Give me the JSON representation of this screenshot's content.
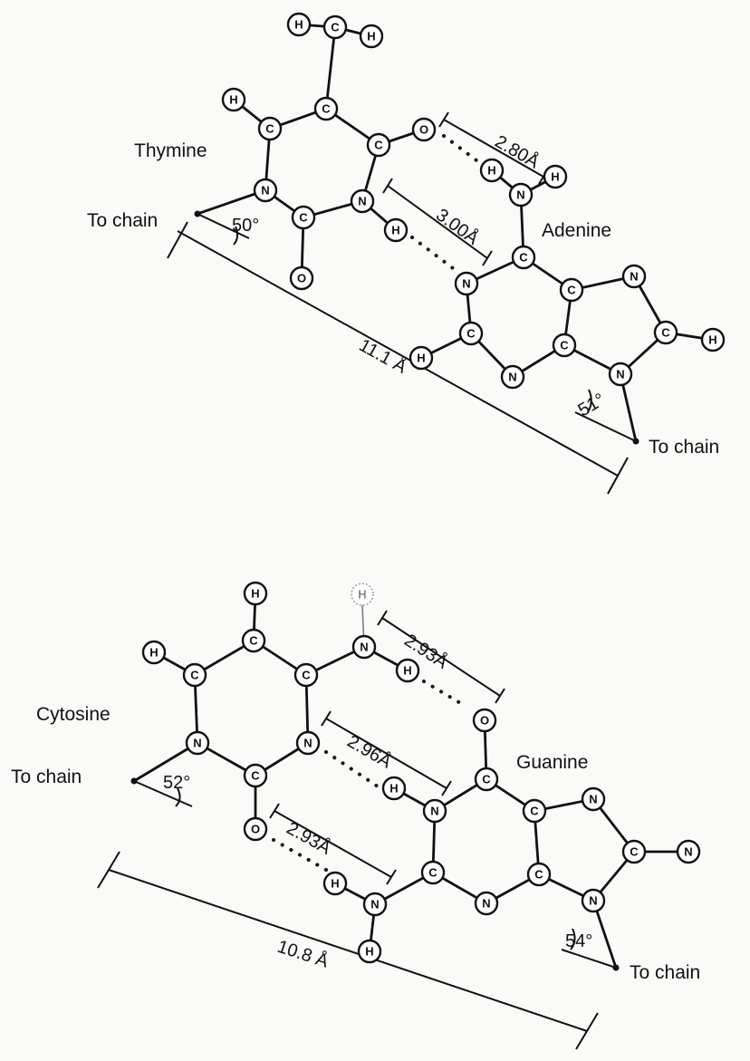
{
  "labels": {
    "thymine": "Thymine",
    "adenine": "Adenine",
    "cytosine": "Cytosine",
    "guanine": "Guanine",
    "to_chain": "To chain"
  },
  "measurements": {
    "ta_hbond_1": "2.80Å",
    "ta_hbond_2": "3.00Å",
    "ta_span": "11.1 Å",
    "thymine_angle": "50°",
    "adenine_angle": "51°",
    "cg_hbond_1": "2.93Å",
    "cg_hbond_2": "2.96Å",
    "cg_hbond_3": "2.93Å",
    "cg_span": "10.8 Å",
    "cytosine_angle": "52°",
    "guanine_angle": "54°"
  },
  "atoms": {
    "C": "C",
    "N": "N",
    "O": "O",
    "H": "H"
  }
}
